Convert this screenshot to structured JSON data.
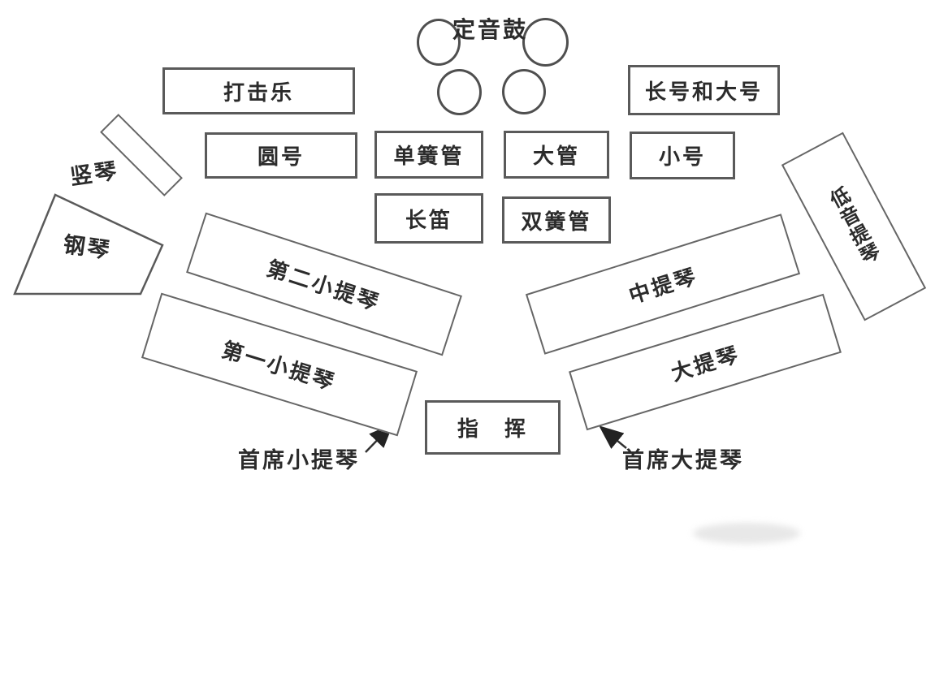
{
  "diagram_type": "orchestra-seating-chart",
  "colors": {
    "background": "#ffffff",
    "line": "#5a5a5a",
    "text": "#2b2b2b",
    "arrow": "#333333"
  },
  "timpani": {
    "label": "定音鼓",
    "drum_count": 4
  },
  "sections": {
    "percussion": "打击乐",
    "trombone_tuba": "长号和大号",
    "french_horn": "圆号",
    "clarinet": "单簧管",
    "bassoon": "大管",
    "trumpet": "小号",
    "flute": "长笛",
    "oboe": "双簧管",
    "harp": "竖琴",
    "piano": "钢琴",
    "second_violin": "第二小提琴",
    "first_violin": "第一小提琴",
    "viola": "中提琴",
    "cello": "大提琴",
    "double_bass": "低音提琴",
    "conductor": "指　挥"
  },
  "annotations": {
    "concertmaster": "首席小提琴",
    "principal_cello": "首席大提琴"
  }
}
